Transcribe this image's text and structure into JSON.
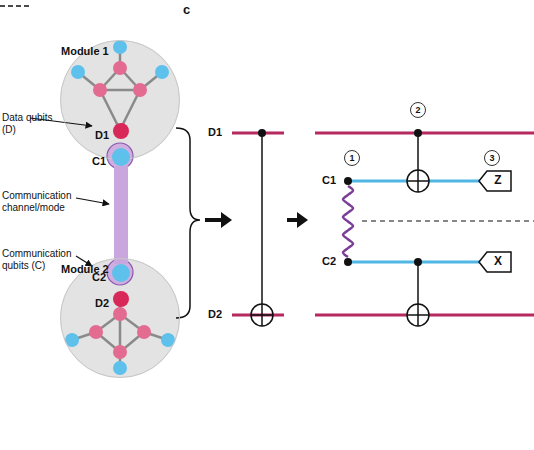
{
  "diagram": {
    "nodes": [
      {
        "text": [
          "Module 1"
        ]
      },
      {
        "text": [
          "D1"
        ],
        "in": 0
      },
      {
        "text": [
          "C1"
        ],
        "in": 0
      },
      {
        "text": [
          "Module 2"
        ]
      },
      {
        "text": [
          "C2"
        ],
        "in": 3
      },
      {
        "text": [
          "D2"
        ],
        "in": 3
      },
      {
        "text": [
          "Z"
        ]
      },
      {
        "text": [
          "X"
        ]
      }
    ],
    "edges": [
      {
        "from": 2,
        "to": 4,
        "arrow": "none"
      }
    ],
    "labels": [
      "c",
      "Data qubits (D)",
      "Communication channel/mode",
      "Communication qubits (C)",
      "D1",
      "D2",
      "1",
      "2",
      "3",
      "C1",
      "C2"
    ]
  }
}
